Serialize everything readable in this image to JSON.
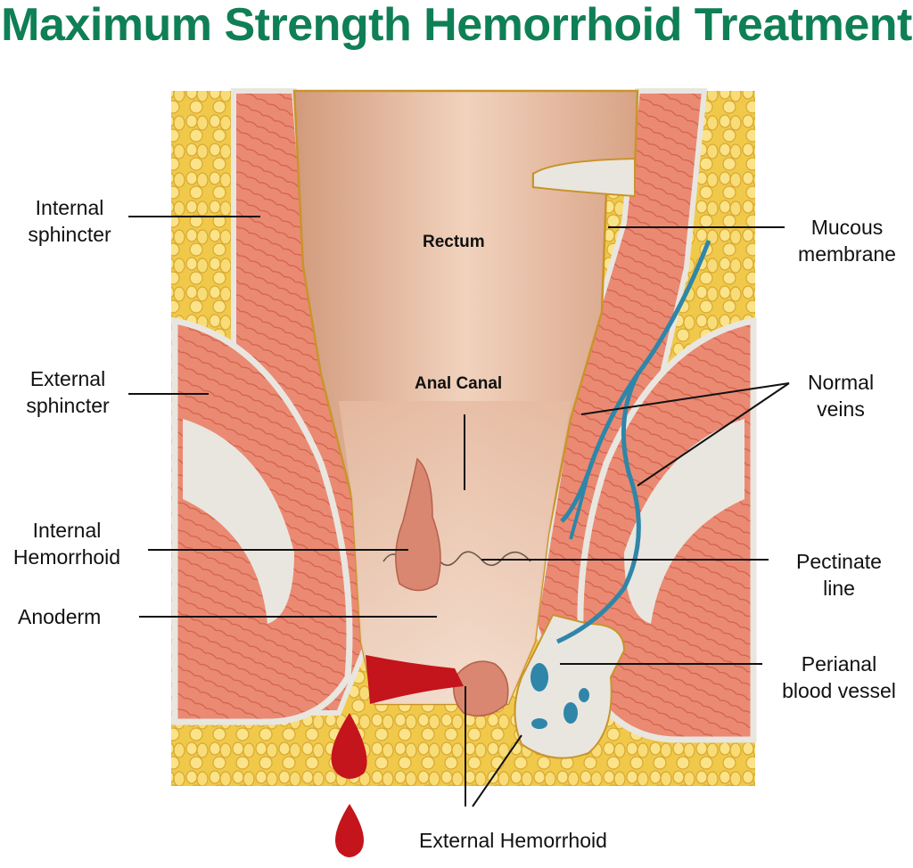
{
  "title": "Maximum Strength Hemorrhoid  Treatment",
  "colors": {
    "title": "#0f7f55",
    "fat": "#f3d25a",
    "muscle": "#e8806a",
    "lining": "#ece9e4",
    "rectum": "#e2b49a",
    "vein": "#2f86a8",
    "blood": "#c4141c"
  },
  "labels": {
    "internal_sphincter": {
      "line1": "Internal",
      "line2": "sphincter"
    },
    "external_sphincter": {
      "line1": "External",
      "line2": "sphincter"
    },
    "internal_hemorrhoid": {
      "line1": "Internal",
      "line2": "Hemorrhoid"
    },
    "anoderm": "Anoderm",
    "mucous_membrane": {
      "line1": "Mucous",
      "line2": "membrane"
    },
    "normal_veins": {
      "line1": "Normal",
      "line2": "veins"
    },
    "pectinate_line": {
      "line1": "Pectinate",
      "line2": "line"
    },
    "perianal_blood_vessel": {
      "line1": "Perianal",
      "line2": "blood vessel"
    },
    "external_hemorrhoid": "External Hemorrhoid",
    "rectum": "Rectum",
    "anal_canal": "Anal Canal"
  }
}
